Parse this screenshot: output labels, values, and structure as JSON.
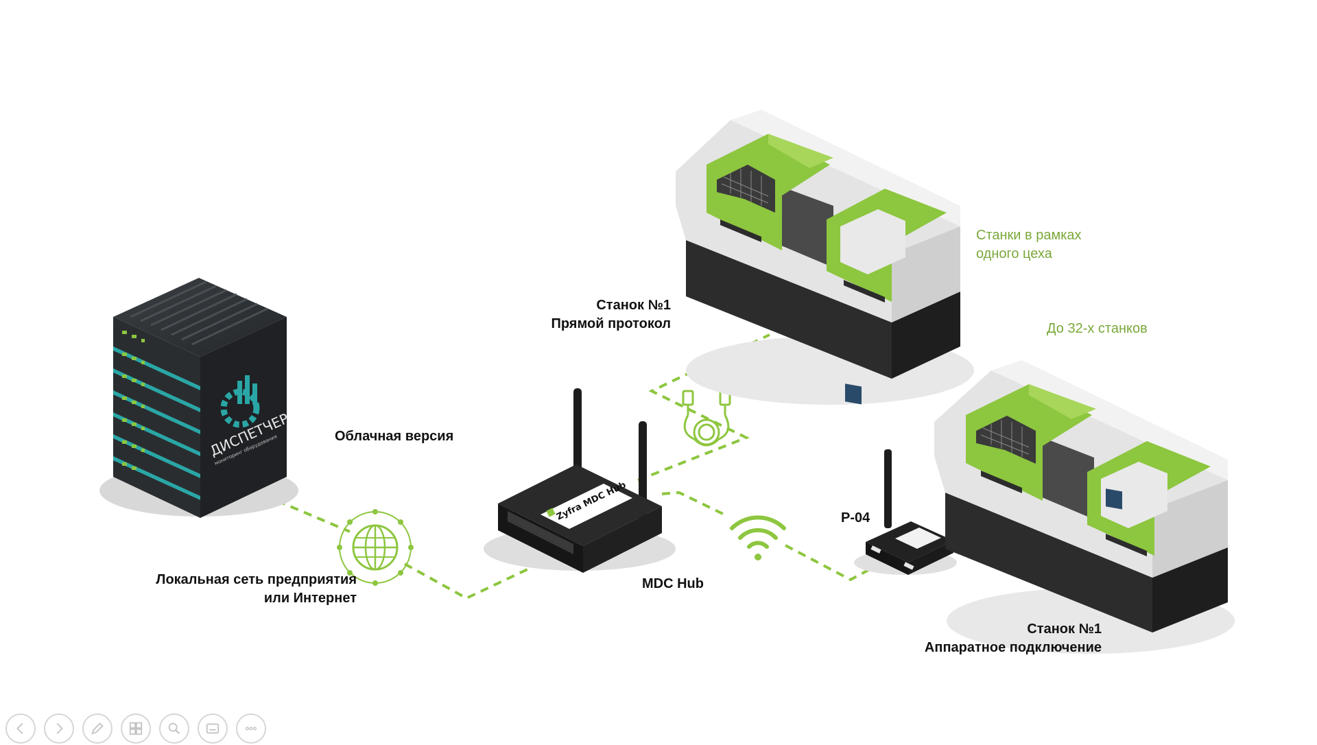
{
  "labels": {
    "machine1_direct_line1": "Станок №1",
    "machine1_direct_line2": "Прямой протокол",
    "same_shop_line1": "Станки в рамках",
    "same_shop_line2": "одного цеха",
    "up_to_32": "До 32-х станков",
    "cloud_version": "Облачная версия",
    "lan_line1": "Локальная сеть предприятия",
    "lan_line2": "или Интернет",
    "mdc_hub": "MDC Hub",
    "p04": "P-04",
    "machine1_hw_line1": "Станок №1",
    "machine1_hw_line2": "Аппаратное подключение"
  },
  "device_text": {
    "router_brand": "Zyfra MDC Hub",
    "server_brand": "ДИСПЕТЧЕР",
    "server_tagline": "мониторинг оборудования"
  },
  "colors": {
    "accent_green": "#8dc63f",
    "dashed_line": "#8dc63f",
    "green_text": "#7aa83a",
    "machine_body": "#e5e5e5",
    "machine_dark": "#2c2c2c",
    "server_body": "#2a2d30",
    "server_accent": "#2aa6a6"
  },
  "toolbar": {
    "buttons": [
      {
        "icon": "arrow-left-icon"
      },
      {
        "icon": "arrow-right-icon"
      },
      {
        "icon": "pen-icon"
      },
      {
        "icon": "slides-grid-icon"
      },
      {
        "icon": "zoom-icon"
      },
      {
        "icon": "subtitles-icon"
      },
      {
        "icon": "more-options-icon"
      }
    ]
  }
}
